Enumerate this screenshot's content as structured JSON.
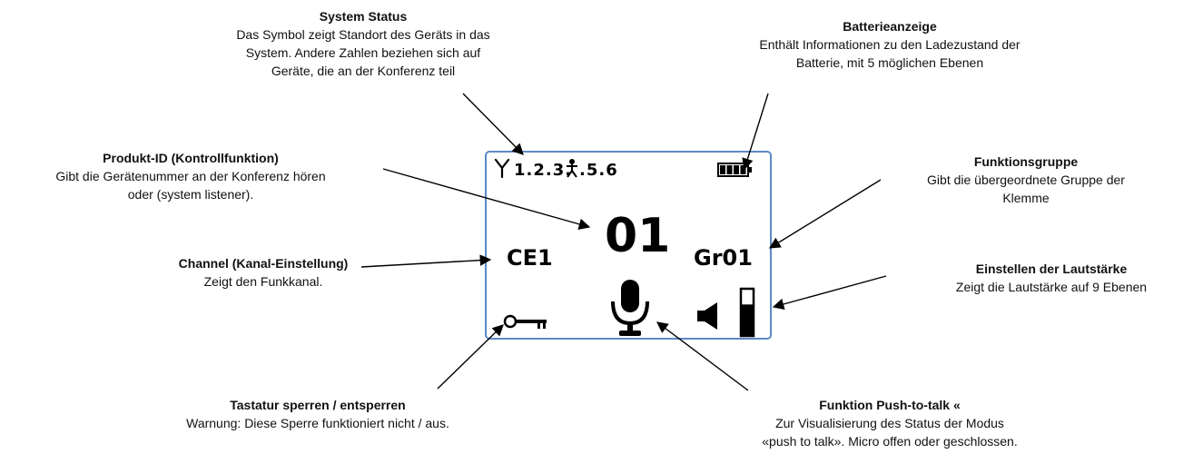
{
  "callouts": {
    "system_status": {
      "title": "System Status",
      "lines": [
        "Das Symbol zeigt Standort des Geräts in das",
        "System. Andere Zahlen beziehen sich auf",
        "Geräte, die an der Konferenz teil"
      ]
    },
    "battery": {
      "title": "Batterieanzeige",
      "lines": [
        "Enthält Informationen zu den Ladezustand der",
        "Batterie, mit 5 möglichen Ebenen"
      ]
    },
    "product_id": {
      "title": "Produkt-ID (Kontrollfunktion)",
      "lines": [
        "Gibt die Gerätenummer an der Konferenz hören",
        "oder (system listener)."
      ]
    },
    "function_group": {
      "title": "Funktionsgruppe",
      "lines": [
        "Gibt die übergeordnete Gruppe der",
        "Klemme"
      ]
    },
    "channel": {
      "title": "Channel (Kanal-Einstellung)",
      "lines": [
        "Zeigt den Funkkanal."
      ]
    },
    "volume": {
      "title": "Einstellen der Lautstärke",
      "lines": [
        "Zeigt die Lautstärke auf 9 Ebenen"
      ]
    },
    "keylock": {
      "title": "Tastatur sperren / entsperren",
      "lines": [
        "Warnung: Diese Sperre funktioniert nicht / aus."
      ]
    },
    "push_to_talk": {
      "title": "Funktion Push-to-talk «",
      "lines": [
        "Zur Visualisierung des Status der Modus",
        "«push to talk». Micro offen oder geschlossen."
      ]
    }
  },
  "display": {
    "system_numbers": "1.2.3.",
    "system_numbers_end": ".5.6",
    "product_id": "01",
    "channel": "CE1",
    "group": "Gr01",
    "battery_level": 4,
    "battery_levels_max": 5,
    "volume_level": 6,
    "volume_levels_max": 9
  },
  "colors": {
    "screen_border": "#5b8ac6",
    "text": "#111111",
    "lcd_text": "#000000"
  },
  "icons": [
    "antenna-icon",
    "person-icon",
    "battery-icon",
    "key-icon",
    "microphone-icon",
    "speaker-icon",
    "volume-bar-icon"
  ]
}
